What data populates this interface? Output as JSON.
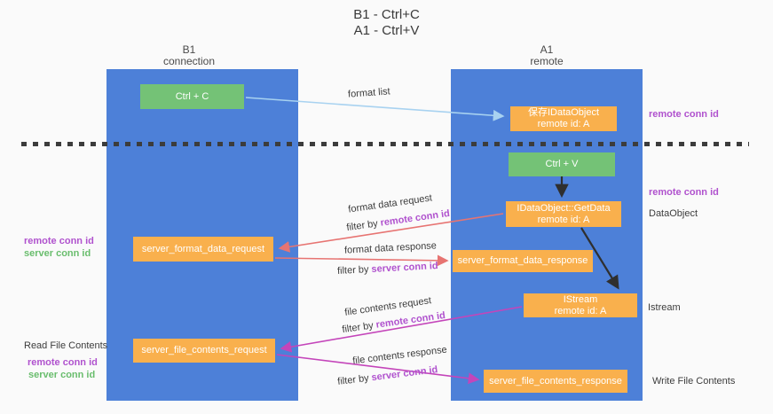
{
  "title": {
    "line1": "B1 - Ctrl+C",
    "line2": "A1 - Ctrl+V"
  },
  "lanes": {
    "left": {
      "name": "B1",
      "role": "connection"
    },
    "right": {
      "name": "A1",
      "role": "remote"
    }
  },
  "nodes": {
    "ctrl_c": {
      "label": "Ctrl + C"
    },
    "ctrl_v": {
      "label": "Ctrl + V"
    },
    "save_idataobject": {
      "line1": "保存IDataObject",
      "line2": "remote id: A"
    },
    "getdata": {
      "line1": "IDataObject::GetData",
      "line2": "remote id: A"
    },
    "istream": {
      "line1": "IStream",
      "line2": "remote id: A"
    },
    "format_request": {
      "label": "server_format_data_request"
    },
    "format_response": {
      "label": "server_format_data_response"
    },
    "file_request": {
      "label": "server_file_contents_request"
    },
    "file_response": {
      "label": "server_file_contents_response"
    }
  },
  "arrow_labels": {
    "format_list": "format list",
    "format_data_request": "format data request",
    "format_data_response": "format data response",
    "file_contents_request": "file contents request",
    "file_contents_response": "file contents response",
    "filter_by": "filter by",
    "remote_conn_id": "remote conn id",
    "server_conn_id": "server conn id"
  },
  "annotations": {
    "right_remote_conn_top": "remote conn id",
    "right_remote_conn_mid": "remote conn id",
    "dataobject": "DataObject",
    "istream": "Istream",
    "write_file_contents": "Write File Contents",
    "left_remote_conn_mid": "remote conn id",
    "left_server_conn_mid": "server conn id",
    "read_file_contents": "Read File Contents",
    "left_remote_conn_bottom": "remote conn id",
    "left_server_conn_bottom": "server conn id"
  },
  "colors": {
    "lane_blue": "#4d80d8",
    "box_green": "#74c276",
    "box_orange": "#f9b04d",
    "arrow_lightblue": "#a8d2f0",
    "arrow_red": "#e77472",
    "arrow_magenta": "#c445ba",
    "arrow_black": "#2f2f2f",
    "text_purple": "#b052ce",
    "text_green": "#69bd6d",
    "background": "#fafafa"
  }
}
